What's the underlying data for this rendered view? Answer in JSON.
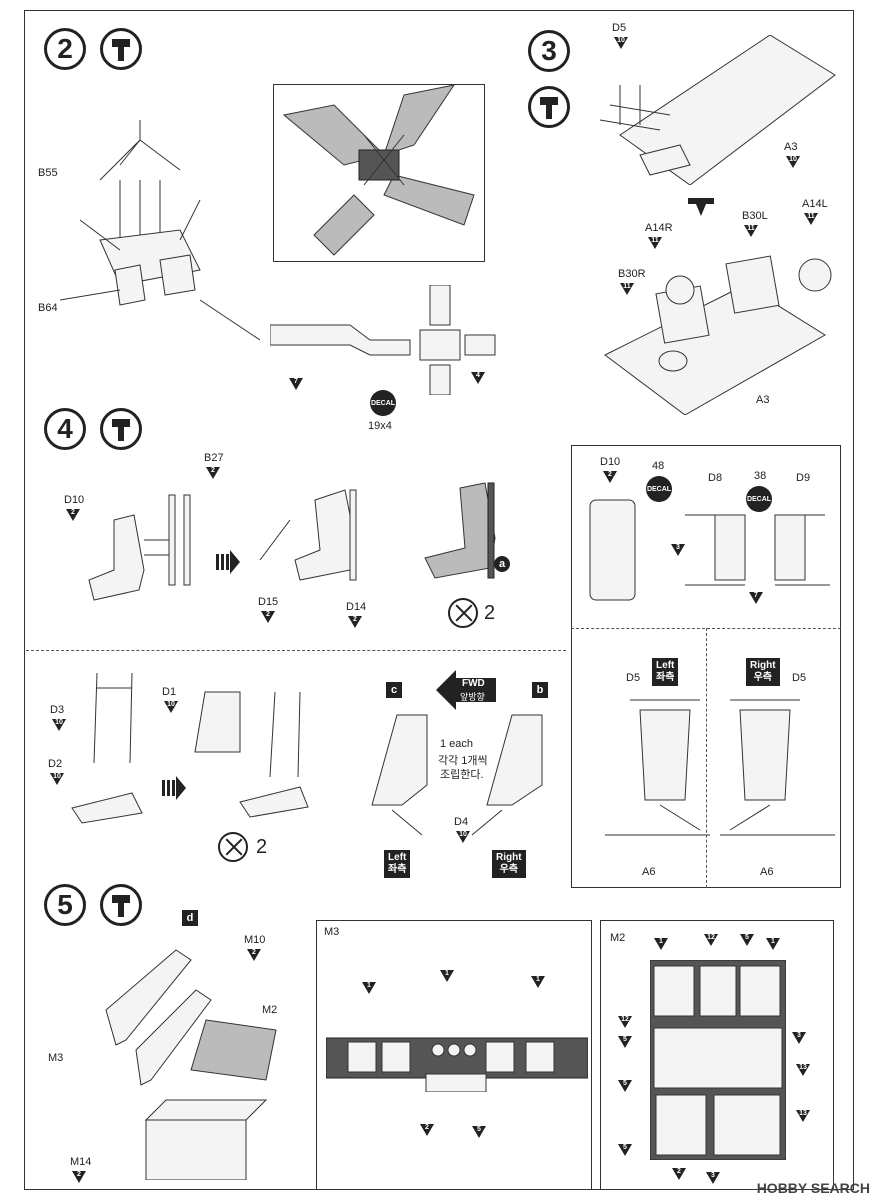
{
  "steps": {
    "s2": {
      "num": "2",
      "parts": {
        "b55": "B55",
        "b64": "B64"
      },
      "decal": {
        "count": "19x4",
        "label": "DECAL"
      },
      "arrows": [
        "7",
        "4"
      ]
    },
    "s3": {
      "num": "3",
      "parts": {
        "d5": "D5",
        "d5n": "10",
        "a3_top": "A3",
        "a3_top_n": "10",
        "a14r": "A14R",
        "a14r_n": "11",
        "b30l": "B30L",
        "b30l_n": "11",
        "a14l": "A14L",
        "a14l_n": "11",
        "b30r": "B30R",
        "b30r_n": "11",
        "a3_bottom": "A3"
      }
    },
    "s4": {
      "num": "4",
      "parts": {
        "b27": "B27",
        "b27_n": "2",
        "d10": "D10",
        "d10_n": "2",
        "d15": "D15",
        "d15_n": "2",
        "d14": "D14",
        "d14_n": "2"
      },
      "letter_a": "a",
      "x2": "2"
    },
    "s4_right": {
      "d10": "D10",
      "d10_n": "2",
      "decal48": "48",
      "decal38": "38",
      "decal_label": "DECAL",
      "d8": "D8",
      "d9": "D9",
      "n3": "3",
      "n7": "7"
    },
    "s4_seat": {
      "d3": "D3",
      "d3_n": "10",
      "d2": "D2",
      "d2_n": "10",
      "d1": "D1",
      "d1_n": "10",
      "x2": "2",
      "letter_c": "c",
      "letter_b": "b",
      "fwd": "FWD",
      "fwd_kr": "앞방향",
      "one_each": "1 each",
      "one_each_kr1": "각각 1개씩",
      "one_each_kr2": "조립한다.",
      "d4": "D4",
      "d4_n": "10",
      "left": "Left",
      "left_kr": "좌측",
      "right": "Right",
      "right_kr": "우측"
    },
    "s4_right_seat": {
      "left": "Left",
      "left_kr": "좌측",
      "right": "Right",
      "right_kr": "우측",
      "d5": "D5",
      "a6": "A6"
    },
    "s5": {
      "num": "5",
      "letter_d": "d",
      "m10": "M10",
      "m10_n": "2",
      "m2": "M2",
      "m3": "M3",
      "m14": "M14",
      "m14_n": "2"
    },
    "m3panel": {
      "title": "M3",
      "n1": "1",
      "n2": "2",
      "n5": "5"
    },
    "m2panel": {
      "title": "M2",
      "n1": "1",
      "n12": "12",
      "n5": "5",
      "n3": "3",
      "n13": "13",
      "n2": "2"
    }
  },
  "watermark": "HOBBY SEARCH"
}
